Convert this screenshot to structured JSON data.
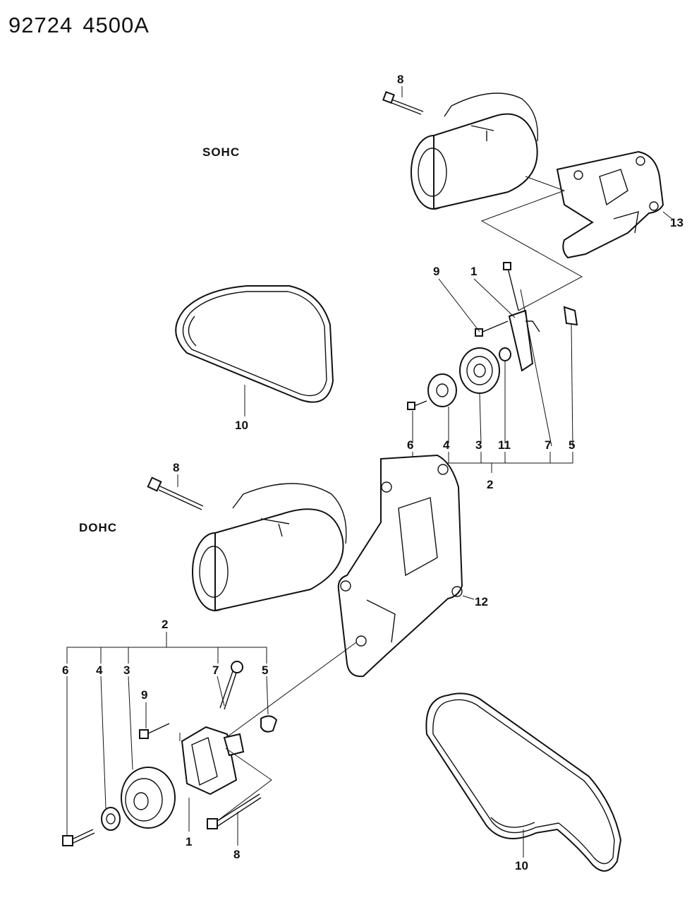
{
  "header": {
    "code1": "92724",
    "code2": "4500A"
  },
  "sections": {
    "sohc": "SOHC",
    "dohc": "DOHC"
  },
  "callouts": {
    "sohc": {
      "bolt_top": "8",
      "bracket": "13",
      "bolt_small": "9",
      "tensioner_bracket": "1",
      "belt": "10",
      "c6": "6",
      "c4": "4",
      "c3": "3",
      "c11": "11",
      "c7": "7",
      "c5": "5",
      "group": "2"
    },
    "dohc": {
      "bolt_top": "8",
      "bracket": "12",
      "group": "2",
      "c6": "6",
      "c4": "4",
      "c3": "3",
      "c7": "7",
      "c5": "5",
      "c9": "9",
      "c1": "1",
      "c8": "8",
      "belt": "10"
    }
  }
}
